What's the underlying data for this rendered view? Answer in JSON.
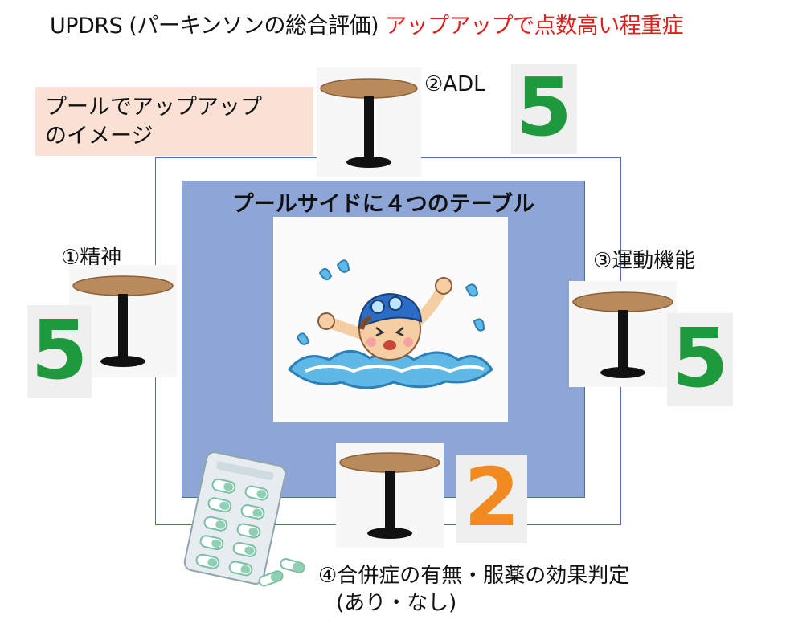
{
  "header": {
    "title_main": "UPDRS (パーキンソンの総合評価)",
    "title_note": "アップアップで点数高い程重症"
  },
  "note_box": {
    "text": "プールでアップアップ\nのイメージ"
  },
  "pool": {
    "label": "プールサイドに４つのテーブル"
  },
  "tables": [
    {
      "label": "①精神",
      "score": "5"
    },
    {
      "label": "②ADL",
      "score": "5"
    },
    {
      "label": "③運動機能",
      "score": "5"
    },
    {
      "label": "④合併症の有無・服薬の効果判定",
      "sublabel": "(あり・なし)",
      "score": "2"
    }
  ],
  "colors": {
    "title_note": "#e0201b",
    "note_bg": "#fbe1d3",
    "pool_fill": "#8ea6d6",
    "pool_border": "#4a6ab0",
    "score_green": "#1e9a3c",
    "score_orange": "#f28a22",
    "table_top": "#b98a5c",
    "table_leg": "#111111"
  },
  "icons": [
    "round-table-icon",
    "swimming-boy-icon",
    "pill-blister-icon",
    "capsule-icon"
  ]
}
